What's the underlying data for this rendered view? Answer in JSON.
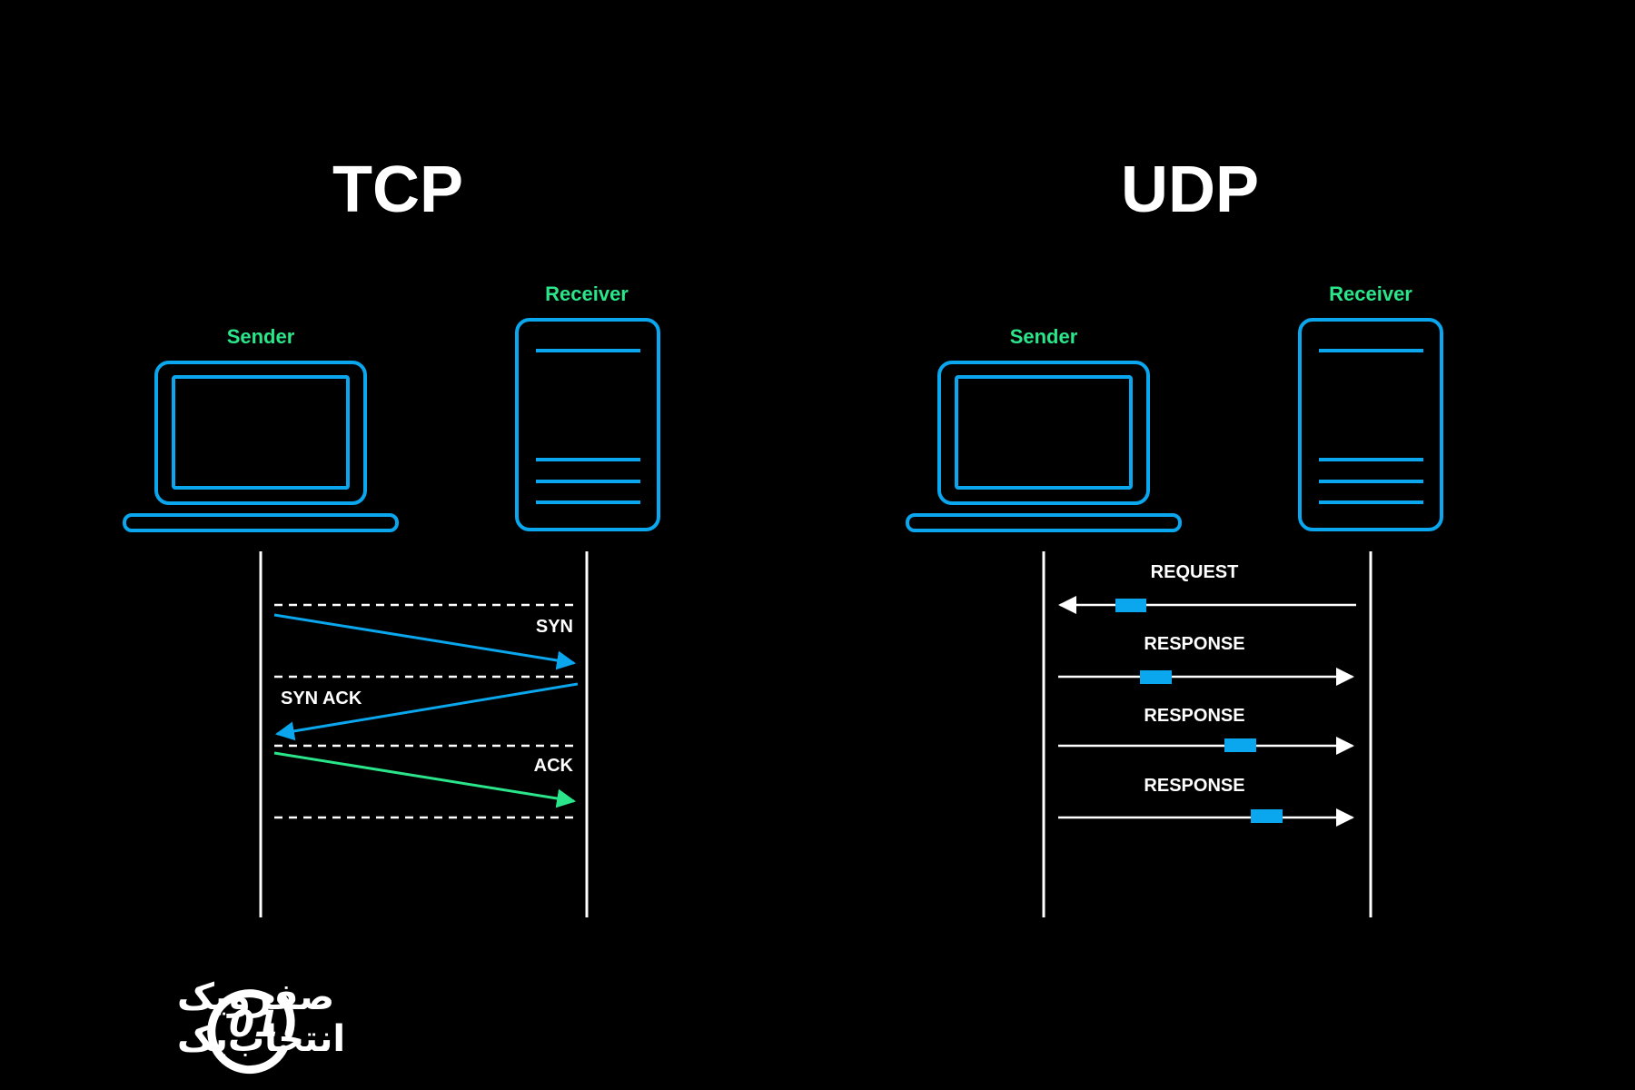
{
  "colors": {
    "background": "#000000",
    "device_stroke": "#0aa6ee",
    "role_label": "#2be58a",
    "syn_arrow": "#0aa6ee",
    "ack_arrow": "#2be58a",
    "packet": "#0aa6ee",
    "text": "#ffffff"
  },
  "tcp": {
    "title": "TCP",
    "sender_label": "Sender",
    "receiver_label": "Receiver",
    "messages": [
      "SYN",
      "SYN ACK",
      "ACK"
    ]
  },
  "udp": {
    "title": "UDP",
    "sender_label": "Sender",
    "receiver_label": "Receiver",
    "messages": [
      "REQUEST",
      "RESPONSE",
      "RESPONSE",
      "RESPONSE"
    ]
  },
  "logo": {
    "line1": "صفرویک",
    "line2": "انتخاب‌یک",
    "mark": "01"
  }
}
